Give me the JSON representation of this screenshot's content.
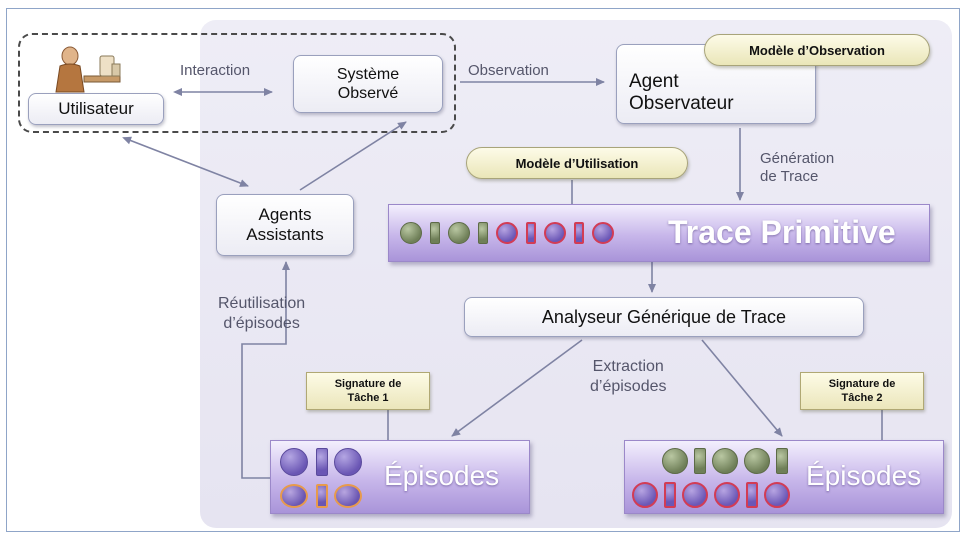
{
  "nodes": {
    "utilisateur": "Utilisateur",
    "systeme_observe": "Système\nObservé",
    "agent_observateur": "Agent\nObservateur",
    "agents_assistants": "Agents\nAssistants",
    "analyseur": "Analyseur Générique de Trace"
  },
  "tags": {
    "modele_observation": "Modèle d’Observation",
    "modele_utilisation": "Modèle d’Utilisation",
    "signature_tache_1": "Signature de\nTâche 1",
    "signature_tache_2": "Signature de\nTâche 2"
  },
  "bars": {
    "trace_primitive": "Trace  Primitive",
    "episodes_left": "Épisodes",
    "episodes_right": "Épisodes"
  },
  "edge_labels": {
    "interaction": "Interaction",
    "observation": "Observation",
    "generation_trace": "Génération\nde Trace",
    "reutilisation": "Réutilisation\nd’épisodes",
    "extraction": "Extraction\nd’épisodes"
  },
  "colors": {
    "panel": "#e9e7f3",
    "trace_bar": "#b7a3e3",
    "tag_fill": "#f3efc9",
    "arrow": "#7f83a3",
    "symbol_green": "#6f7f58",
    "symbol_purple": "#6a56b4",
    "symbol_red_border": "#d23c55",
    "symbol_orange_border": "#e79a4c"
  },
  "icons": {
    "user": "person-at-desk-icon"
  }
}
